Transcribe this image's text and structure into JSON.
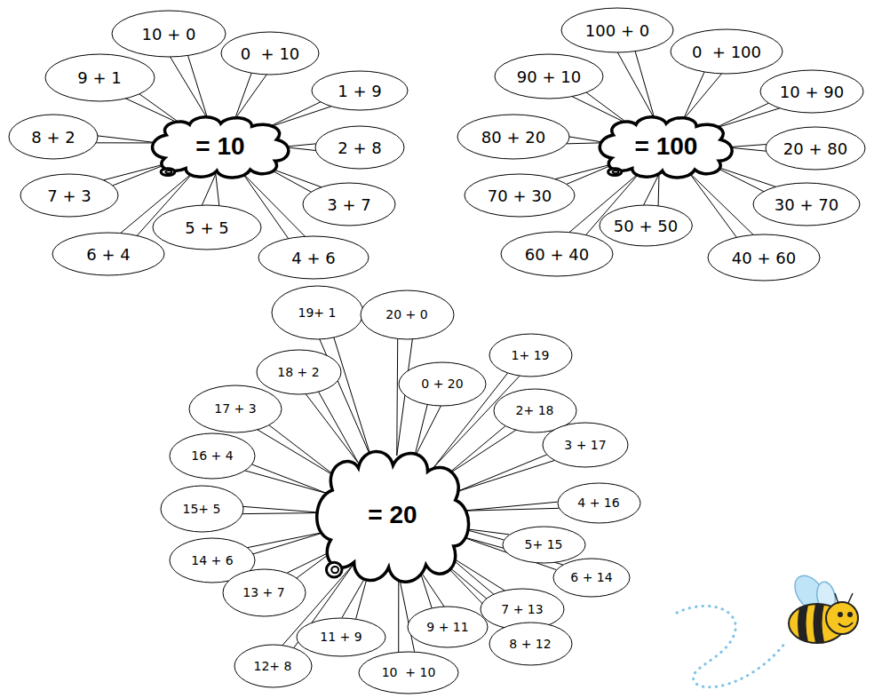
{
  "diagram": {
    "nodes": [
      {
        "text": [
          "= 10"
        ]
      },
      {
        "text": [
          "10 + 0"
        ]
      },
      {
        "text": [
          "0  + 10"
        ]
      },
      {
        "text": [
          "9 + 1"
        ]
      },
      {
        "text": [
          "1 + 9"
        ]
      },
      {
        "text": [
          "8 + 2"
        ]
      },
      {
        "text": [
          "2 + 8"
        ]
      },
      {
        "text": [
          "7 + 3"
        ]
      },
      {
        "text": [
          "3 + 7"
        ]
      },
      {
        "text": [
          "6 + 4"
        ]
      },
      {
        "text": [
          "5 + 5"
        ]
      },
      {
        "text": [
          "4 + 6"
        ]
      },
      {
        "text": [
          "= 100"
        ]
      },
      {
        "text": [
          "100 + 0"
        ]
      },
      {
        "text": [
          "0  + 100"
        ]
      },
      {
        "text": [
          "90 + 10"
        ]
      },
      {
        "text": [
          "10 + 90"
        ]
      },
      {
        "text": [
          "80 + 20"
        ]
      },
      {
        "text": [
          "20 + 80"
        ]
      },
      {
        "text": [
          "70 + 30"
        ]
      },
      {
        "text": [
          "30 + 70"
        ]
      },
      {
        "text": [
          "60 + 40"
        ]
      },
      {
        "text": [
          "50 + 50"
        ]
      },
      {
        "text": [
          "40 + 60"
        ]
      },
      {
        "text": [
          "= 20"
        ]
      },
      {
        "text": [
          "19+ 1"
        ]
      },
      {
        "text": [
          "20 + 0"
        ]
      },
      {
        "text": [
          "18 + 2"
        ]
      },
      {
        "text": [
          "0 + 20"
        ]
      },
      {
        "text": [
          "1+ 19"
        ]
      },
      {
        "text": [
          "17 + 3"
        ]
      },
      {
        "text": [
          "2+ 18"
        ]
      },
      {
        "text": [
          "16 + 4"
        ]
      },
      {
        "text": [
          "3 + 17"
        ]
      },
      {
        "text": [
          "15+ 5"
        ]
      },
      {
        "text": [
          "4 + 16"
        ]
      },
      {
        "text": [
          "14 + 6"
        ]
      },
      {
        "text": [
          "5+ 15"
        ]
      },
      {
        "text": [
          "13 + 7"
        ]
      },
      {
        "text": [
          "6 + 14"
        ]
      },
      {
        "text": [
          "7 + 13"
        ]
      },
      {
        "text": [
          "9 + 11"
        ]
      },
      {
        "text": [
          "11 + 9"
        ]
      },
      {
        "text": [
          "8 + 12"
        ]
      },
      {
        "text": [
          "12+ 8"
        ]
      },
      {
        "text": [
          "10  + 10"
        ]
      }
    ],
    "edges": [
      {
        "from": 1,
        "to": 0,
        "arrow": "none"
      },
      {
        "from": 2,
        "to": 0,
        "arrow": "none"
      },
      {
        "from": 3,
        "to": 0,
        "arrow": "none"
      },
      {
        "from": 4,
        "to": 0,
        "arrow": "none"
      },
      {
        "from": 5,
        "to": 0,
        "arrow": "none"
      },
      {
        "from": 6,
        "to": 0,
        "arrow": "none"
      },
      {
        "from": 7,
        "to": 0,
        "arrow": "none"
      },
      {
        "from": 8,
        "to": 0,
        "arrow": "none"
      },
      {
        "from": 9,
        "to": 0,
        "arrow": "none"
      },
      {
        "from": 10,
        "to": 0,
        "arrow": "none"
      },
      {
        "from": 11,
        "to": 0,
        "arrow": "none"
      },
      {
        "from": 13,
        "to": 12,
        "arrow": "none"
      },
      {
        "from": 14,
        "to": 12,
        "arrow": "none"
      },
      {
        "from": 15,
        "to": 12,
        "arrow": "none"
      },
      {
        "from": 16,
        "to": 12,
        "arrow": "none"
      },
      {
        "from": 17,
        "to": 12,
        "arrow": "none"
      },
      {
        "from": 18,
        "to": 12,
        "arrow": "none"
      },
      {
        "from": 19,
        "to": 12,
        "arrow": "none"
      },
      {
        "from": 20,
        "to": 12,
        "arrow": "none"
      },
      {
        "from": 21,
        "to": 12,
        "arrow": "none"
      },
      {
        "from": 22,
        "to": 12,
        "arrow": "none"
      },
      {
        "from": 23,
        "to": 12,
        "arrow": "none"
      },
      {
        "from": 25,
        "to": 24,
        "arrow": "none"
      },
      {
        "from": 26,
        "to": 24,
        "arrow": "none"
      },
      {
        "from": 27,
        "to": 24,
        "arrow": "none"
      },
      {
        "from": 28,
        "to": 24,
        "arrow": "none"
      },
      {
        "from": 29,
        "to": 24,
        "arrow": "none"
      },
      {
        "from": 30,
        "to": 24,
        "arrow": "none"
      },
      {
        "from": 31,
        "to": 24,
        "arrow": "none"
      },
      {
        "from": 32,
        "to": 24,
        "arrow": "none"
      },
      {
        "from": 33,
        "to": 24,
        "arrow": "none"
      },
      {
        "from": 34,
        "to": 24,
        "arrow": "none"
      },
      {
        "from": 35,
        "to": 24,
        "arrow": "none"
      },
      {
        "from": 36,
        "to": 24,
        "arrow": "none"
      },
      {
        "from": 37,
        "to": 24,
        "arrow": "none"
      },
      {
        "from": 38,
        "to": 24,
        "arrow": "none"
      },
      {
        "from": 39,
        "to": 24,
        "arrow": "none"
      },
      {
        "from": 40,
        "to": 24,
        "arrow": "none"
      },
      {
        "from": 41,
        "to": 24,
        "arrow": "none"
      },
      {
        "from": 42,
        "to": 24,
        "arrow": "none"
      },
      {
        "from": 43,
        "to": 24,
        "arrow": "none"
      },
      {
        "from": 44,
        "to": 24,
        "arrow": "none"
      },
      {
        "from": 45,
        "to": 24,
        "arrow": "none"
      }
    ]
  }
}
